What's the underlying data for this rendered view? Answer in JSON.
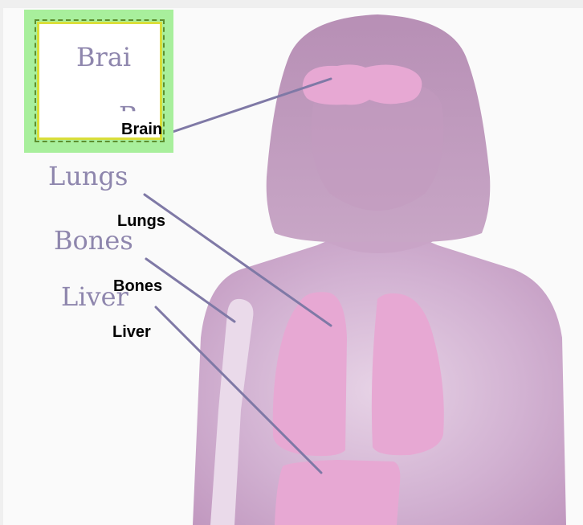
{
  "labels": {
    "brain_serif": "Brai",
    "brain_partial": "B",
    "brain": "Brain",
    "lungs_serif": "Lungs",
    "lungs": "Lungs",
    "bones_serif": "Bones",
    "bones": "Bones",
    "liver_serif": "Liver",
    "liver": "Liver"
  },
  "colors": {
    "background": "#efefef",
    "canvas": "#fafafa",
    "body": "#c9a2c8",
    "organ": "#e7a8d3",
    "bone": "#eadaea",
    "leader_line": "#7f79a6",
    "highlight": "#a8ef9c"
  }
}
